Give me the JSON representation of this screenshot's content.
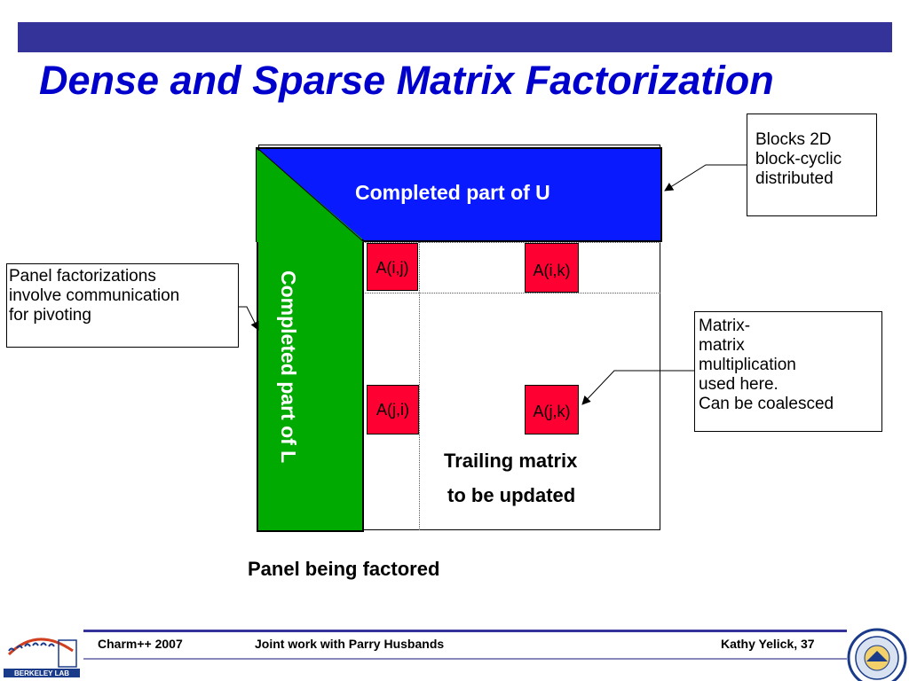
{
  "title": "Dense and Sparse Matrix Factorization",
  "diagram": {
    "u_block_label": "Completed part of U",
    "l_block_label": "Completed part of L",
    "cells": {
      "a_ij": "A(i,j)",
      "a_ik": "A(i,k)",
      "a_ji": "A(j,i)",
      "a_jk": "A(j,k)"
    },
    "trailing_line1": "Trailing matrix",
    "trailing_line2": "to be updated",
    "panel_label": "Panel being factored"
  },
  "callouts": {
    "blocks": [
      "Blocks 2D",
      "block-cyclic",
      "distributed"
    ],
    "panel": [
      "Panel factorizations",
      "involve communication",
      "for pivoting"
    ],
    "matmul": [
      "Matrix-",
      "matrix",
      "multiplication",
      "used here.",
      "Can be coalesced"
    ]
  },
  "footer": {
    "event": "Charm++ 2007",
    "credit": "Joint work with Parry Husbands",
    "author_page": "Kathy Yelick,  37",
    "logo_left_text": "BERKELEY LAB"
  },
  "colors": {
    "title": "#0000cc",
    "bar": "#333399",
    "u_block": "#0a1aff",
    "l_block": "#00aa00",
    "cell": "#ff0033"
  }
}
